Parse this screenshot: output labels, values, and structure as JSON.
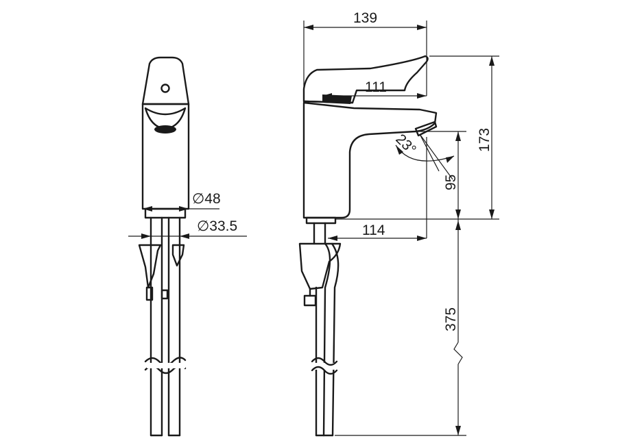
{
  "drawing": {
    "front_view": {
      "diameter_body": "∅48",
      "diameter_hose": "∅33.5"
    },
    "side_view": {
      "width_total": "139",
      "lever_reach": "111",
      "spout_reach": "114",
      "height_total": "173",
      "outlet_height": "95",
      "hose_length": "375",
      "outlet_angle": "23°"
    }
  }
}
